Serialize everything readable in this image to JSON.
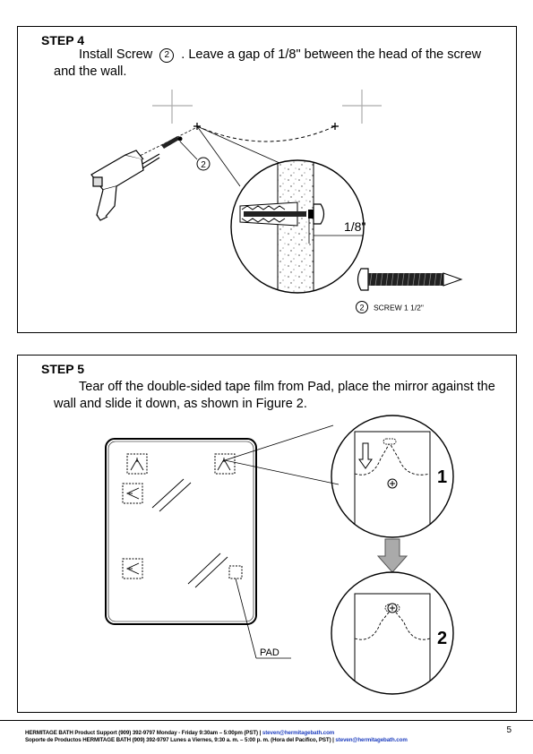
{
  "step4": {
    "title": "STEP 4",
    "text_before": "Install Screw",
    "screw_number": "2",
    "text_after": ". Leave a gap of 1/8\" between the head of the screw and the wall.",
    "callout_number": "2",
    "gap_label": "1/8\"",
    "screw_label_number": "2",
    "screw_label": "SCREW  1 1/2\""
  },
  "step5": {
    "title": "STEP 5",
    "text": "Tear off the double-sided tape film from Pad, place the mirror against the wall and slide it down, as shown in Figure 2.",
    "figure1_number": "1",
    "figure2_number": "2",
    "pad_label": "PAD"
  },
  "footer": {
    "line1_text": "HERMITAGE BATH Product Support (909) 392-9797 Monday - Friday 9:30am – 5:00pm (PST) |",
    "line1_email": "steven@hermitagebath.com",
    "line2_text": "Soporte de Productos HERMITAGE BATH (909) 392-9797 Lunes a Viernes, 9:30 a. m. – 5:00 p. m. (Hora del Pacífico, PST) |",
    "line2_email": "steven@hermitagebath.com",
    "page_number": "5"
  }
}
